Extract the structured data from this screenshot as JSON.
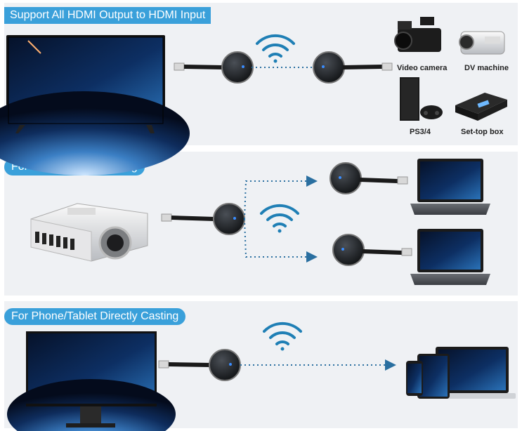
{
  "sections": [
    {
      "title": "Support All HDMI Output to HDMI Input"
    },
    {
      "title": "For Multi-Person Meeting"
    },
    {
      "title": "For Phone/Tablet Directly Casting"
    }
  ],
  "devices": {
    "video_camera": "Video camera",
    "dv_machine": "DV machine",
    "ps": "PS3/4",
    "set_top_box": "Set-top box"
  },
  "colors": {
    "accent": "#3aa0da",
    "wifi": "#1f7fb5",
    "dots": "#2a6fa0",
    "panel": "#eff1f4"
  }
}
